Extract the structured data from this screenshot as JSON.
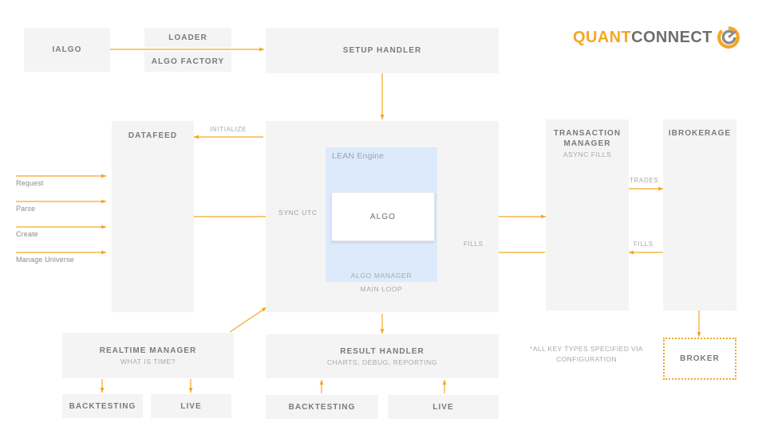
{
  "logo": {
    "part1": "QUANT",
    "part2": "CONNECT",
    "mark_name": "quantconnect-logo-mark",
    "orange": "#f5a623",
    "gray": "#6e6e6e"
  },
  "colors": {
    "box_fill": "#f4f4f4",
    "engine_fill": "#dceafb",
    "arrow": "#f5a623",
    "title_text": "#7a7a7a",
    "sub_text": "#a8a8a8",
    "page_bg": "#ffffff"
  },
  "boxes": {
    "ialgo": {
      "title": "IALGO"
    },
    "loader": {
      "title": "LOADER"
    },
    "algo_factory": {
      "title": "ALGO FACTORY"
    },
    "setup_handler": {
      "title": "SETUP HANDLER"
    },
    "datafeed": {
      "title": "DATAFEED"
    },
    "transaction_manager": {
      "title": "TRANSACTION\nMANAGER",
      "sub": "ASYNC FILLS"
    },
    "ibrokerage": {
      "title": "IBROKERAGE"
    },
    "broker": {
      "title": "BROKER"
    },
    "realtime_manager": {
      "title": "REALTIME MANAGER",
      "sub": "WHAT IS TIME?"
    },
    "result_handler": {
      "title": "RESULT HANDLER",
      "sub": "CHARTS, DEBUG, REPORTING"
    },
    "rt_backtesting": {
      "title": "BACKTESTING"
    },
    "rt_live": {
      "title": "LIVE"
    },
    "rh_backtesting": {
      "title": "BACKTESTING"
    },
    "rh_live": {
      "title": "LIVE"
    },
    "algo": {
      "title": "ALGO"
    }
  },
  "engine": {
    "label": "LEAN Engine",
    "algo_manager": "ALGO MANAGER",
    "main_loop": "MAIN LOOP"
  },
  "edge_labels": {
    "initialize": "INITIALIZE",
    "sync_utc": "SYNC UTC",
    "trades": "TRADES",
    "fills_right": "FILLS",
    "fills_mid": "FILLS"
  },
  "side_inputs": [
    {
      "label": "Request"
    },
    {
      "label": "Parse"
    },
    {
      "label": "Create"
    },
    {
      "label": "Manage Universe"
    }
  ],
  "footnote": "*ALL KEY TYPES SPECIFIED VIA\nCONFIGURATION"
}
